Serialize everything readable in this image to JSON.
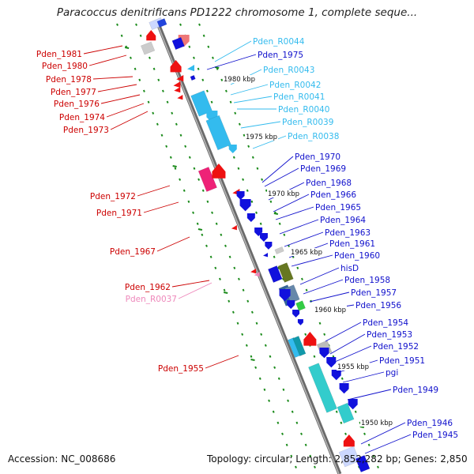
{
  "title": "Paracoccus denitrificans PD1222 chromosome 1, complete seque...",
  "accession": "Accession: NC_008686",
  "summary": "Topology: circular; Length: 2,852,282 bp; Genes: 2,850",
  "colors": {
    "left_label": "#cc0000",
    "right_label": "#1010cc",
    "rna_label": "#33bbee",
    "pink_label": "#ee88bb",
    "backbone": "#8a8a8a",
    "tick": "#1a8a1a"
  },
  "scale_labels": [
    "1980 kbp",
    "1975 kbp",
    "1970 kbp",
    "1965 kbp",
    "1960 kbp",
    "1955 kbp",
    "1950 kbp"
  ],
  "left_labels": [
    {
      "text": "Pden_1981",
      "kind": "left"
    },
    {
      "text": "Pden_1980",
      "kind": "left"
    },
    {
      "text": "Pden_1978",
      "kind": "left"
    },
    {
      "text": "Pden_1977",
      "kind": "left"
    },
    {
      "text": "Pden_1976",
      "kind": "left"
    },
    {
      "text": "Pden_1974",
      "kind": "left"
    },
    {
      "text": "Pden_1973",
      "kind": "left"
    },
    {
      "text": "Pden_1972",
      "kind": "left"
    },
    {
      "text": "Pden_1971",
      "kind": "left"
    },
    {
      "text": "Pden_1967",
      "kind": "left"
    },
    {
      "text": "Pden_1962",
      "kind": "left"
    },
    {
      "text": "Pden_R0037",
      "kind": "pink"
    },
    {
      "text": "Pden_1955",
      "kind": "left"
    }
  ],
  "right_labels": [
    {
      "text": "Pden_R0044",
      "kind": "rna"
    },
    {
      "text": "Pden_1975",
      "kind": "right"
    },
    {
      "text": "Pden_R0043",
      "kind": "rna"
    },
    {
      "text": "Pden_R0042",
      "kind": "rna"
    },
    {
      "text": "Pden_R0041",
      "kind": "rna"
    },
    {
      "text": "Pden_R0040",
      "kind": "rna"
    },
    {
      "text": "Pden_R0039",
      "kind": "rna"
    },
    {
      "text": "Pden_R0038",
      "kind": "rna"
    },
    {
      "text": "Pden_1970",
      "kind": "right"
    },
    {
      "text": "Pden_1969",
      "kind": "right"
    },
    {
      "text": "Pden_1968",
      "kind": "right"
    },
    {
      "text": "Pden_1966",
      "kind": "right"
    },
    {
      "text": "Pden_1965",
      "kind": "right"
    },
    {
      "text": "Pden_1964",
      "kind": "right"
    },
    {
      "text": "Pden_1963",
      "kind": "right"
    },
    {
      "text": "Pden_1961",
      "kind": "right"
    },
    {
      "text": "Pden_1960",
      "kind": "right"
    },
    {
      "text": "hisD",
      "kind": "right"
    },
    {
      "text": "Pden_1958",
      "kind": "right"
    },
    {
      "text": "Pden_1957",
      "kind": "right"
    },
    {
      "text": "Pden_1956",
      "kind": "right"
    },
    {
      "text": "Pden_1954",
      "kind": "right"
    },
    {
      "text": "Pden_1953",
      "kind": "right"
    },
    {
      "text": "Pden_1952",
      "kind": "right"
    },
    {
      "text": "Pden_1951",
      "kind": "right"
    },
    {
      "text": "pgi",
      "kind": "right"
    },
    {
      "text": "Pden_1949",
      "kind": "right"
    },
    {
      "text": "Pden_1946",
      "kind": "right"
    },
    {
      "text": "Pden_1945",
      "kind": "right"
    }
  ]
}
